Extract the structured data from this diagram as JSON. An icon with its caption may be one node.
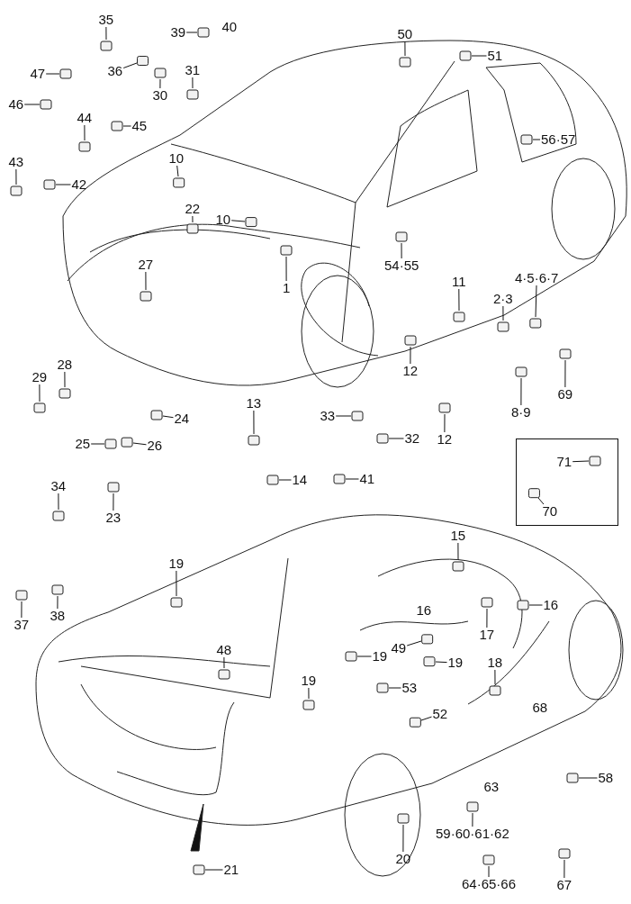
{
  "diagram": {
    "nodes": [
      {
        "text": [
          "35"
        ]
      },
      {
        "text": [
          "39"
        ]
      },
      {
        "text": [
          "36"
        ]
      },
      {
        "text": [
          "47"
        ]
      },
      {
        "text": [
          "30"
        ]
      },
      {
        "text": [
          "31"
        ]
      },
      {
        "text": [
          "46"
        ]
      },
      {
        "text": [
          "44"
        ]
      },
      {
        "text": [
          "45"
        ]
      },
      {
        "text": [
          "43"
        ]
      },
      {
        "text": [
          "42"
        ]
      },
      {
        "text": [
          "50"
        ]
      },
      {
        "text": [
          "51"
        ]
      },
      {
        "text": [
          "56·57"
        ]
      },
      {
        "text": [
          "10"
        ]
      },
      {
        "text": [
          "22"
        ]
      },
      {
        "text": [
          "10"
        ]
      },
      {
        "text": [
          "27"
        ]
      },
      {
        "text": [
          "1"
        ]
      },
      {
        "text": [
          "54·55"
        ]
      },
      {
        "text": [
          "11"
        ]
      },
      {
        "text": [
          "2·3"
        ]
      },
      {
        "text": [
          "4·5·6·7"
        ]
      },
      {
        "text": [
          "12"
        ]
      },
      {
        "text": [
          "12"
        ]
      },
      {
        "text": [
          "8·9"
        ]
      },
      {
        "text": [
          "69"
        ]
      },
      {
        "text": [
          "28"
        ]
      },
      {
        "text": [
          "29"
        ]
      },
      {
        "text": [
          "24"
        ]
      },
      {
        "text": [
          "25"
        ]
      },
      {
        "text": [
          "26"
        ]
      },
      {
        "text": [
          "13"
        ]
      },
      {
        "text": [
          "33"
        ]
      },
      {
        "text": [
          "32"
        ]
      },
      {
        "text": [
          "14"
        ]
      },
      {
        "text": [
          "41"
        ]
      },
      {
        "text": [
          "23"
        ]
      },
      {
        "text": [
          "34"
        ]
      },
      {
        "text": [],
        "shape": "box"
      },
      {
        "text": [
          "71"
        ],
        "in": 39
      },
      {
        "text": [
          "70"
        ],
        "in": 39
      },
      {
        "text": [
          "37"
        ]
      },
      {
        "text": [
          "38"
        ]
      },
      {
        "text": [
          "19"
        ]
      },
      {
        "text": [
          "15"
        ]
      },
      {
        "text": [
          "16"
        ]
      },
      {
        "text": [
          "17"
        ]
      },
      {
        "text": [
          "48"
        ]
      },
      {
        "text": [
          "49"
        ]
      },
      {
        "text": [
          "19"
        ]
      },
      {
        "text": [
          "19"
        ]
      },
      {
        "text": [
          "19"
        ]
      },
      {
        "text": [
          "18"
        ]
      },
      {
        "text": [
          "53"
        ]
      },
      {
        "text": [
          "52"
        ]
      },
      {
        "text": [
          "58"
        ]
      },
      {
        "text": [
          "20"
        ]
      },
      {
        "text": [
          "59·60·61·62"
        ]
      },
      {
        "text": [
          "64·65·66"
        ]
      },
      {
        "text": [
          "67"
        ]
      },
      {
        "text": [
          "21"
        ]
      }
    ],
    "edges": [
      {
        "from": 0,
        "to": null,
        "arrow": "none"
      },
      {
        "from": 1,
        "to": null,
        "arrow": "none"
      },
      {
        "from": 2,
        "to": null,
        "arrow": "none"
      },
      {
        "from": 3,
        "to": null,
        "arrow": "none"
      },
      {
        "from": 4,
        "to": null,
        "arrow": "none"
      },
      {
        "from": 5,
        "to": null,
        "arrow": "none"
      },
      {
        "from": 6,
        "to": null,
        "arrow": "none"
      },
      {
        "from": 7,
        "to": null,
        "arrow": "none"
      },
      {
        "from": 8,
        "to": null,
        "arrow": "none"
      },
      {
        "from": 9,
        "to": null,
        "arrow": "none"
      },
      {
        "from": 10,
        "to": null,
        "arrow": "none"
      },
      {
        "from": 11,
        "to": null,
        "arrow": "none"
      },
      {
        "from": 12,
        "to": null,
        "arrow": "none"
      },
      {
        "from": 13,
        "to": null,
        "arrow": "none"
      },
      {
        "from": 14,
        "to": null,
        "arrow": "none"
      },
      {
        "from": 15,
        "to": null,
        "arrow": "none"
      },
      {
        "from": 16,
        "to": null,
        "arrow": "none"
      },
      {
        "from": 17,
        "to": null,
        "arrow": "none"
      },
      {
        "from": 18,
        "to": null,
        "arrow": "none"
      },
      {
        "from": 19,
        "to": null,
        "arrow": "none"
      },
      {
        "from": 20,
        "to": null,
        "arrow": "none"
      },
      {
        "from": 21,
        "to": null,
        "arrow": "none"
      },
      {
        "from": 22,
        "to": null,
        "arrow": "none"
      },
      {
        "from": 23,
        "to": null,
        "arrow": "none"
      },
      {
        "from": 24,
        "to": null,
        "arrow": "none"
      },
      {
        "from": 25,
        "to": null,
        "arrow": "none"
      },
      {
        "from": 26,
        "to": null,
        "arrow": "none"
      },
      {
        "from": 27,
        "to": null,
        "arrow": "none"
      },
      {
        "from": 28,
        "to": null,
        "arrow": "none"
      },
      {
        "from": 29,
        "to": null,
        "arrow": "none"
      },
      {
        "from": 30,
        "to": null,
        "arrow": "none"
      },
      {
        "from": 31,
        "to": null,
        "arrow": "none"
      },
      {
        "from": 32,
        "to": null,
        "arrow": "none"
      },
      {
        "from": 33,
        "to": null,
        "arrow": "none"
      },
      {
        "from": 34,
        "to": null,
        "arrow": "none"
      },
      {
        "from": 35,
        "to": null,
        "arrow": "none"
      },
      {
        "from": 36,
        "to": null,
        "arrow": "none"
      },
      {
        "from": 37,
        "to": null,
        "arrow": "none"
      },
      {
        "from": 38,
        "to": null,
        "arrow": "none"
      },
      {
        "from": 40,
        "to": null,
        "arrow": "none"
      },
      {
        "from": 41,
        "to": null,
        "arrow": "none"
      },
      {
        "from": 42,
        "to": null,
        "arrow": "none"
      },
      {
        "from": 43,
        "to": null,
        "arrow": "none"
      },
      {
        "from": 44,
        "to": null,
        "arrow": "none"
      },
      {
        "from": 45,
        "to": null,
        "arrow": "none"
      },
      {
        "from": 46,
        "to": null,
        "arrow": "none"
      },
      {
        "from": 47,
        "to": null,
        "arrow": "none"
      },
      {
        "from": 48,
        "to": null,
        "arrow": "none"
      },
      {
        "from": 49,
        "to": null,
        "arrow": "none"
      },
      {
        "from": 50,
        "to": null,
        "arrow": "none"
      },
      {
        "from": 51,
        "to": null,
        "arrow": "none"
      },
      {
        "from": 52,
        "to": null,
        "arrow": "none"
      },
      {
        "from": 53,
        "to": null,
        "arrow": "none"
      },
      {
        "from": 54,
        "to": null,
        "arrow": "none"
      },
      {
        "from": 55,
        "to": null,
        "arrow": "none"
      },
      {
        "from": 56,
        "to": null,
        "arrow": "none"
      },
      {
        "from": 57,
        "to": null,
        "arrow": "none"
      },
      {
        "from": 58,
        "to": null,
        "arrow": "none"
      },
      {
        "from": 59,
        "to": null,
        "arrow": "none"
      },
      {
        "from": 60,
        "to": null,
        "arrow": "none"
      },
      {
        "from": 61,
        "to": null,
        "arrow": "none"
      }
    ],
    "labels": [
      "40",
      "16",
      "68",
      "63"
    ]
  }
}
